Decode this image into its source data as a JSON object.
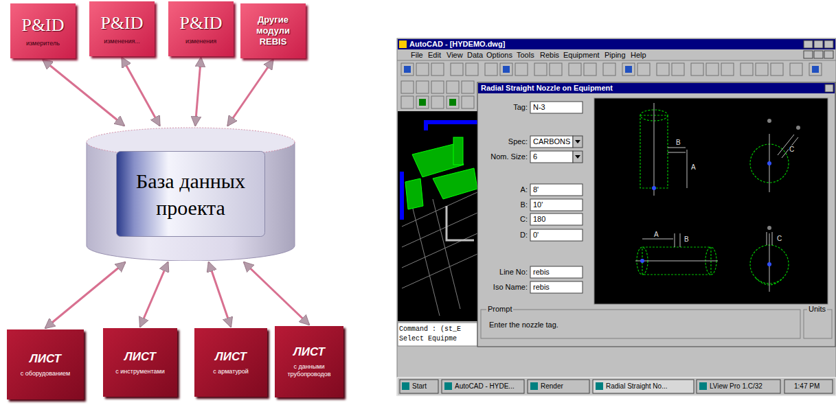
{
  "diagram": {
    "nodes": [
      {
        "text": [
          "P&ID",
          "измеритель"
        ]
      },
      {
        "text": [
          "P&ID",
          "изменения..."
        ]
      },
      {
        "text": [
          "P&ID",
          "изменения"
        ]
      },
      {
        "text": [
          "Другие модули REBIS"
        ]
      },
      {
        "text": [
          "База данных проекта"
        ]
      },
      {
        "text": [
          "ЛИСТ",
          "с оборудованием"
        ]
      },
      {
        "text": [
          "ЛИСТ",
          "с инструментами"
        ]
      },
      {
        "text": [
          "ЛИСТ",
          "с арматурой"
        ]
      },
      {
        "text": [
          "ЛИСТ",
          "с данными трубопроводов"
        ]
      }
    ],
    "edges": [
      {
        "from": 0,
        "to": 4,
        "arrow": "both"
      },
      {
        "from": 1,
        "to": 4,
        "arrow": "both"
      },
      {
        "from": 2,
        "to": 4,
        "arrow": "both"
      },
      {
        "from": 3,
        "to": 4,
        "arrow": "both"
      },
      {
        "from": 4,
        "to": 5,
        "arrow": "both"
      },
      {
        "from": 4,
        "to": 6,
        "arrow": "both"
      },
      {
        "from": 4,
        "to": 7,
        "arrow": "both"
      },
      {
        "from": 4,
        "to": 8,
        "arrow": "both"
      }
    ],
    "labels": [
      "AutoCAD - [HYDEMO.dwg]",
      "File",
      "Edit",
      "View",
      "Data",
      "Options",
      "Tools",
      "Rebis",
      "Equipment",
      "Piping",
      "Help",
      "Radial Straight Nozzle on Equipment",
      "Tag:",
      "N-3",
      "Spec:",
      "CARBONS",
      "Nom. Size:",
      "6",
      "A:",
      "8'",
      "B:",
      "10'",
      "C:",
      "180",
      "D:",
      "0'",
      "Line No:",
      "rebis",
      "Iso Name:",
      "rebis",
      "Prompt",
      "Enter the nozzle tag.",
      "Units",
      "Command : (st_E",
      "Select Equipme",
      "Start",
      "AutoCAD - HYDE...",
      "Render",
      "Radial Straight No...",
      "LView Pro 1.C/32",
      "1:47 PM",
      "B",
      "A",
      "C",
      "A",
      "B",
      "C"
    ]
  }
}
